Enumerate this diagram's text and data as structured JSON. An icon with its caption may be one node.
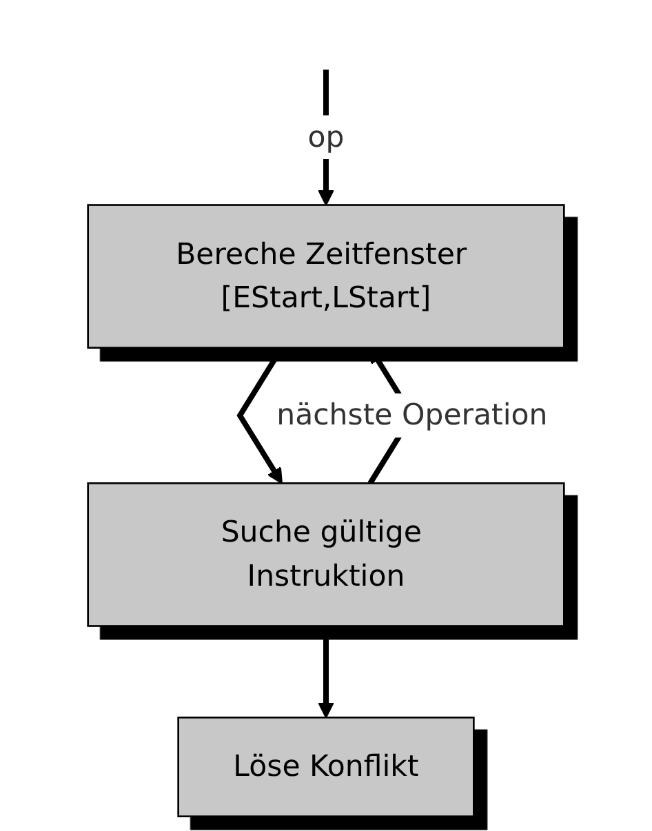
{
  "diagram": {
    "nodes": [
      {
        "text": [
          "Bereche Zeitfenster [EStart,LStart]"
        ]
      },
      {
        "text": [
          "Suche gültige Instruktion"
        ]
      },
      {
        "text": [
          "Löse Konflikt"
        ]
      }
    ],
    "edges": [
      {
        "from": null,
        "to": 0,
        "arrow": "to",
        "label": "op"
      },
      {
        "from": 0,
        "to": 1,
        "arrow": "to"
      },
      {
        "from": 1,
        "to": 0,
        "arrow": "to",
        "label": "nächste Operation"
      },
      {
        "from": 1,
        "to": 2,
        "arrow": "to"
      }
    ]
  }
}
